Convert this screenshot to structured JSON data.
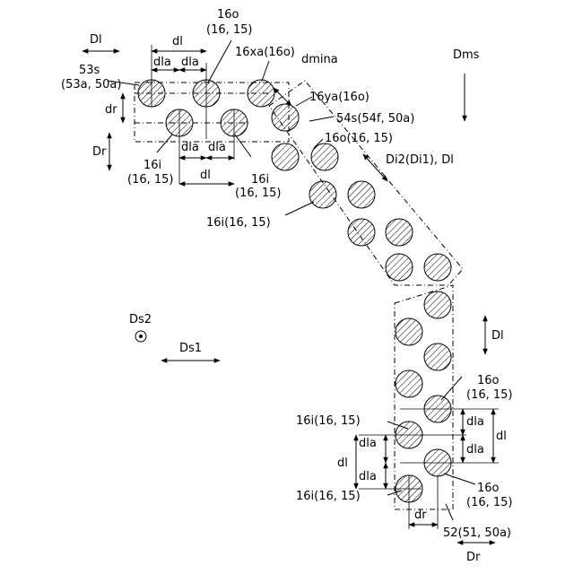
{
  "labels": {
    "dl_tl": "Dl",
    "dms": "Dms",
    "label_53s": "53s",
    "label_53s_sub": "(53a, 50a)",
    "dl_top": "dl",
    "dla_top1": "dla",
    "dla_top2": "dla",
    "label_16o_top": "16o",
    "label_16o_top_sub": "(16, 15)",
    "label_16xa": "16xa(16o)",
    "dmina": "dmina",
    "label_16ya": "16ya(16o)",
    "label_54s": "54s(54f, 50a)",
    "dr_left": "dr",
    "label_16o_mid": "16o(16, 15)",
    "dr_tl": "Dr",
    "dla_b1": "dla",
    "dla_b2": "dla",
    "label_16i_left": "16i",
    "label_16i_left_sub": "(16, 15)",
    "di2": "Di2(Di1), Dl",
    "dl_b": "dl",
    "label_16i_mid": "16i",
    "label_16i_mid_sub": "(16, 15)",
    "label_16i_lower": "16i(16, 15)",
    "ds2": "Ds2",
    "dl_right_arrow": "Dl",
    "ds1": "Ds1",
    "label_16o_r1": "16o",
    "label_16o_r1_sub": "(16, 15)",
    "label_16i_r1": "16i(16, 15)",
    "dla_r1": "dla",
    "dl_r": "dl",
    "dla_r2": "dla",
    "dla_l": "dla",
    "dl_l": "dl",
    "dla_l2": "dla",
    "label_16o_r2": "16o",
    "label_16o_r2_sub": "(16, 15)",
    "label_16i_r2": "16i(16, 15)",
    "dr_b": "dr",
    "label_52": "52(51, 50a)",
    "dr_br": "Dr"
  }
}
